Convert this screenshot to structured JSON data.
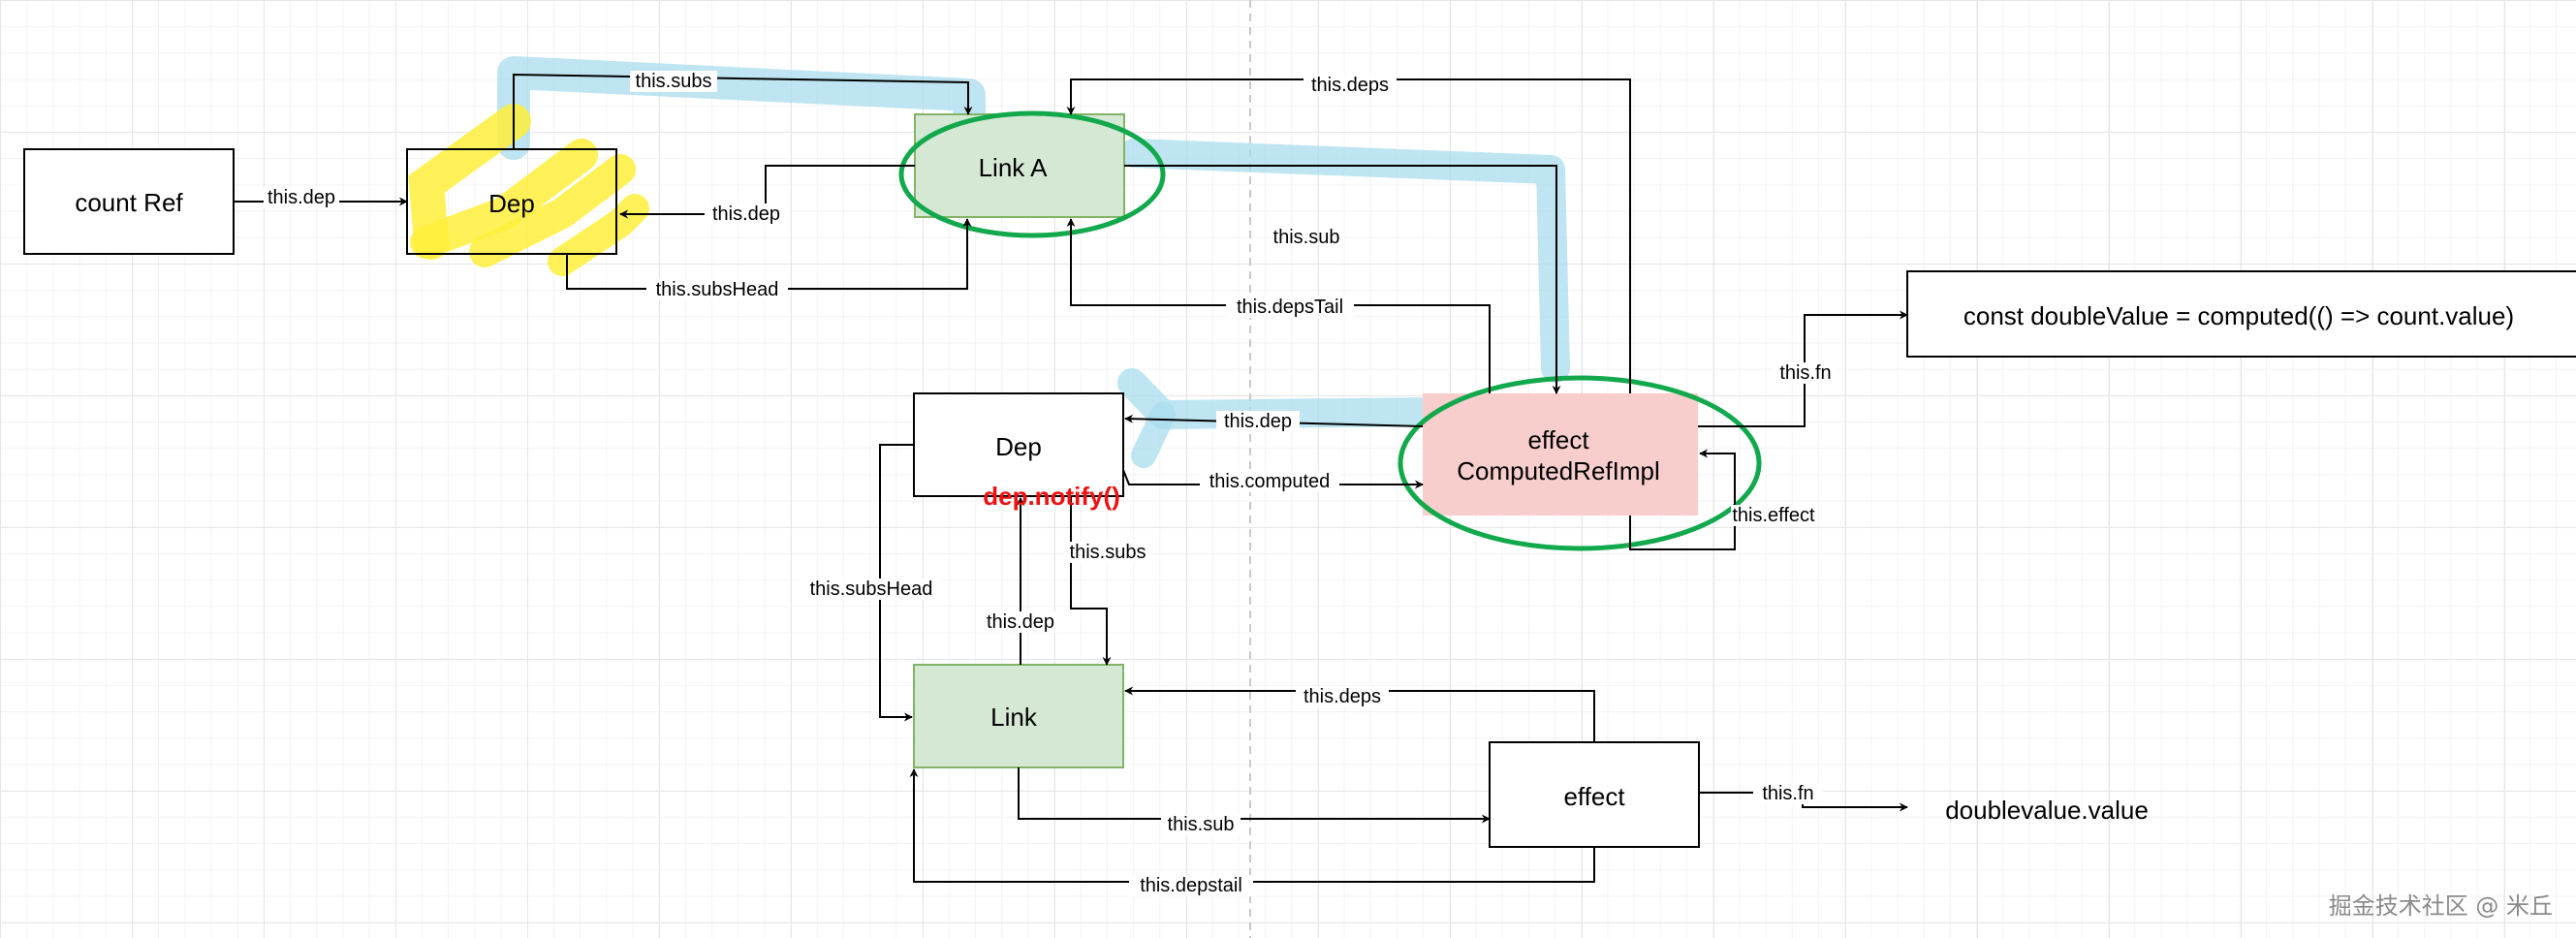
{
  "nodes": {
    "count_ref": "count Ref",
    "dep_top": "Dep",
    "link_a": "Link A",
    "const_double": "const doubleValue = computed(() => count.value)",
    "dep_mid": "Dep",
    "dep_notify": "dep.notify()",
    "computed_line1": "effect",
    "computed_line2": "ComputedRefImpl",
    "link": "Link",
    "effect": "effect",
    "doublevalue": "doublevalue.value"
  },
  "edges": {
    "count_dep": "this.dep",
    "dep_subs": "this.subs",
    "linka_dep": "this.dep",
    "dep_subshead": "this.subsHead",
    "computed_deps": "this.deps",
    "linka_sub": "this.sub",
    "computed_depstail": "this.depsTail",
    "computed_fn": "this.fn",
    "computed_dep": "this.dep",
    "dep_computed": "this.computed",
    "computed_effect": "this.effect",
    "depmid_subshead": "this.subsHead",
    "depmid_subs": "this.subs",
    "link_dep": "this.dep",
    "effect_deps": "this.deps",
    "link_sub": "this.sub",
    "effect_fn": "this.fn",
    "effect_depstail": "this.depstail"
  },
  "watermark": "掘金技术社区 @ 米丘",
  "colors": {
    "highlight_blue": "#a8dcec",
    "highlight_yellow": "#ffef3a",
    "link_fill": "#d5e8d4",
    "link_border": "#82b366",
    "computed_fill": "#f8cecc",
    "ellipse_green": "#12a84c",
    "notify_red": "#ee1111"
  }
}
